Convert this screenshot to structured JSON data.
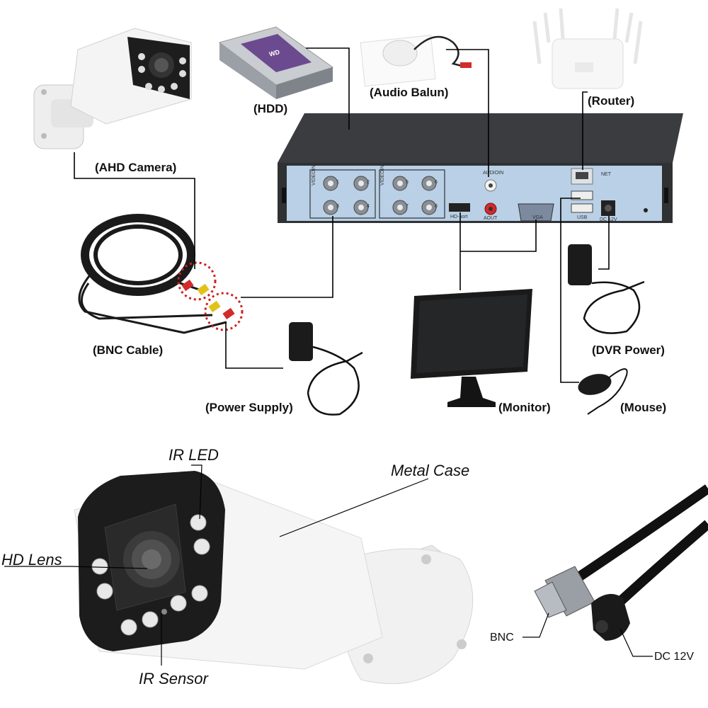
{
  "top_labels": {
    "hdd": "(HDD)",
    "audio_balun": "(Audio Balun)",
    "router": "(Router)",
    "ahd_camera": "(AHD Camera)",
    "bnc_cable": "(BNC Cable)",
    "dvr_power": "(DVR Power)",
    "power_supply": "(Power Supply)",
    "monitor": "(Monitor)",
    "mouse": "(Mouse)"
  },
  "dvr_panel": {
    "video_in_left": "VIDEOIN",
    "video_in_right": "VIDEOIN",
    "audio_in": "AUDIOIN",
    "audio_out": "AOUT",
    "hd_port": "HD-port",
    "vga": "VGA",
    "net": "NET",
    "usb": "USB",
    "dc": "DC 12V",
    "channels": [
      "1",
      "2",
      "3",
      "4",
      "5",
      "6",
      "7",
      "8"
    ]
  },
  "hdd_sticker": "WD",
  "camera_callouts": {
    "ir_led": "IR LED",
    "metal_case": "Metal Case",
    "hd_lens": "HD Lens",
    "ir_sensor": "IR Sensor"
  },
  "cable_callouts": {
    "bnc": "BNC",
    "dc": "DC 12V"
  },
  "colors": {
    "dvr_body": "#2f3133",
    "dvr_panel": "#b9d0e6",
    "camera_body": "#f2f2f2",
    "camera_face": "#1c1c1c",
    "led": "#e8e8e8",
    "dotted_circle": "#cc2222",
    "connector_red": "#d22b2b",
    "connector_yellow": "#e1c21b",
    "hdd_label": "#6b4a8f"
  }
}
